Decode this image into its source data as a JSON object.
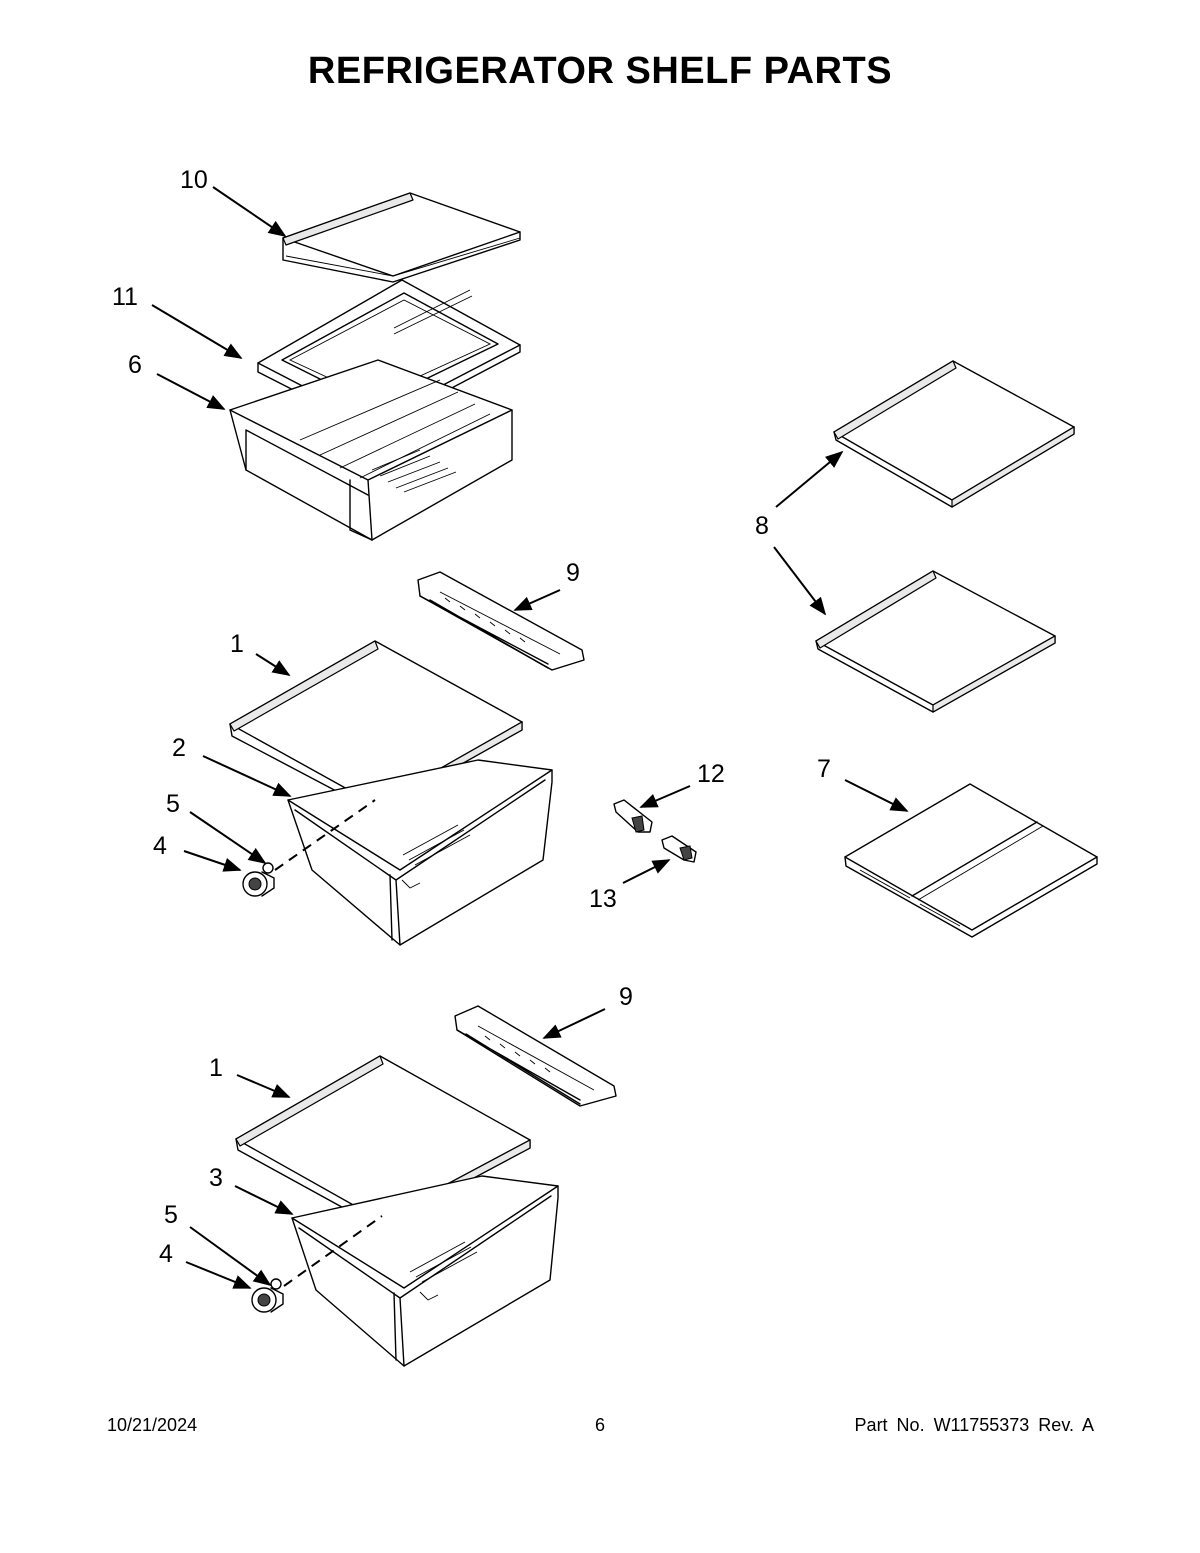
{
  "title": "REFRIGERATOR SHELF PARTS",
  "callouts": {
    "c10": "10",
    "c11": "11",
    "c6": "6",
    "c8": "8",
    "c9a": "9",
    "c1a": "1",
    "c2": "2",
    "c5a": "5",
    "c4a": "4",
    "c12": "12",
    "c7": "7",
    "c13": "13",
    "c9b": "9",
    "c1b": "1",
    "c3": "3",
    "c5b": "5",
    "c4b": "4"
  },
  "footer": {
    "date": "10/21/2024",
    "page": "6",
    "part": "Part No.  W11755373  Rev.  A"
  }
}
